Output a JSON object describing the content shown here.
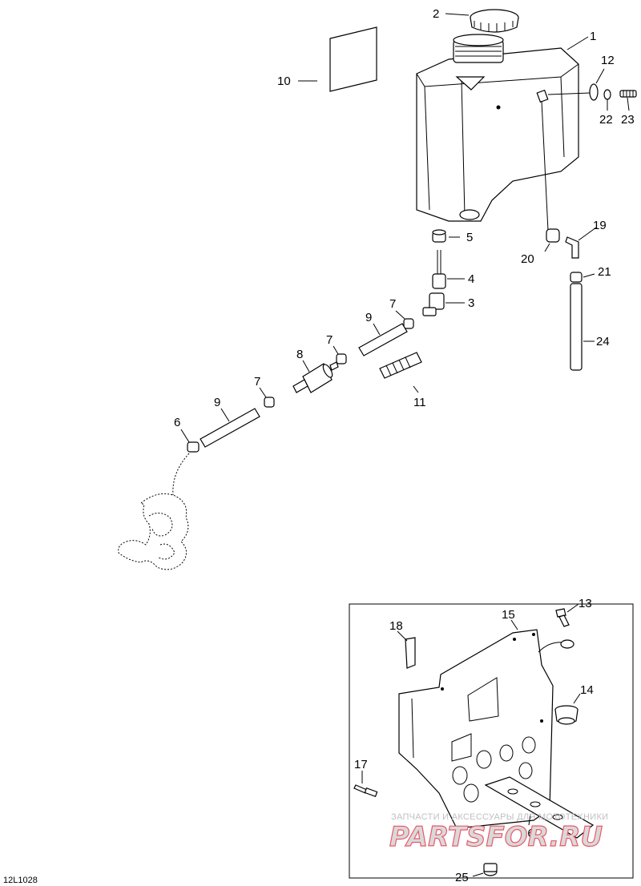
{
  "drawing_id": "12L1028",
  "watermark": {
    "line1": "ЗАПЧАСТИ И АКСЕССУАРЫ ДЛЯ МОТОТЕХНИКИ",
    "line2": "PARTSFOR.RU"
  },
  "callouts": {
    "c1": "1",
    "c2": "2",
    "c3": "3",
    "c4": "4",
    "c5": "5",
    "c6": "6",
    "c7a": "7",
    "c7b": "7",
    "c7c": "7",
    "c8": "8",
    "c9a": "9",
    "c9b": "9",
    "c10": "10",
    "c11": "11",
    "c12": "12",
    "c13": "13",
    "c14": "14",
    "c15": "15",
    "c16": "16",
    "c17": "17",
    "c18": "18",
    "c19": "19",
    "c20": "20",
    "c21": "21",
    "c22": "22",
    "c23": "23",
    "c24": "24",
    "c25": "25"
  }
}
